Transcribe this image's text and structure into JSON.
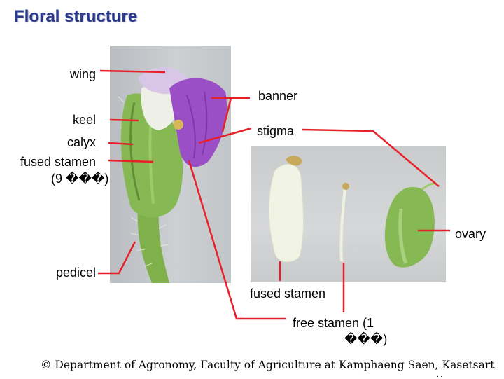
{
  "title": "Floral structure",
  "labels": {
    "wing": "wing",
    "banner": "banner",
    "keel": "keel",
    "calyx": "calyx",
    "fused_stamen_left_line1": "fused stamen",
    "fused_stamen_left_line2": "(9 ���)",
    "stigma": "stigma",
    "ovary": "ovary",
    "pedicel": "pedicel",
    "fused_stamen_bottom": "fused stamen",
    "free_stamen_line1": "free stamen (1",
    "free_stamen_line2": "���)"
  },
  "footer": "© Department of Agronomy, Faculty of Agriculture at Kamphaeng Saen, Kasetsart",
  "footer_continuation": ". .",
  "colors": {
    "title": "#2b3a8f",
    "leader_lines": "#e8202a",
    "petal": "#9a4fc6",
    "sepal": "#6aa23a"
  }
}
